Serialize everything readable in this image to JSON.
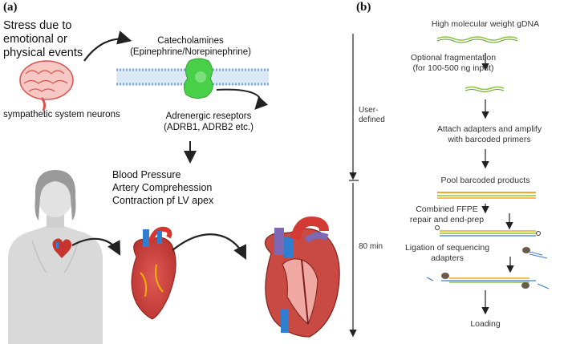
{
  "panel_a": {
    "label": "(a)",
    "stress_lines": [
      "Stress due to",
      "emotional or",
      "physical events"
    ],
    "neurons_label": "sympathetic system neurons",
    "catecholamines_lines": [
      "Catecholamines",
      "(Epinephrine/Norepinephrine)"
    ],
    "receptors_lines": [
      "Adrenergic reseptors",
      "(ADRB1, ADRB2 etc.)"
    ],
    "effects": [
      "Blood Pressure",
      "Artery Comprehession",
      "Contraction pf LV apex"
    ]
  },
  "panel_b": {
    "label": "(b)",
    "steps": {
      "gdna": "High molecular weight gDNA",
      "fragmentation": [
        "Optional fragmentation",
        "(for 100-500 ng input)"
      ],
      "attach": [
        "Attach adapters and amplify",
        "with barcoded primers"
      ],
      "pool": "Pool barcoded products",
      "repair": [
        "Combined FFPE",
        "repair and end-prep"
      ],
      "ligation": [
        "Ligation of sequencing",
        "adapters"
      ],
      "loading": "Loading"
    },
    "timeline": {
      "user_defined": [
        "User-",
        "defined"
      ],
      "eighty_min": "80 min"
    },
    "colors": {
      "dna_green": "#8cc63f",
      "pool_orange": "#f5a623",
      "adapter_blue": "#3a7bd5"
    }
  }
}
